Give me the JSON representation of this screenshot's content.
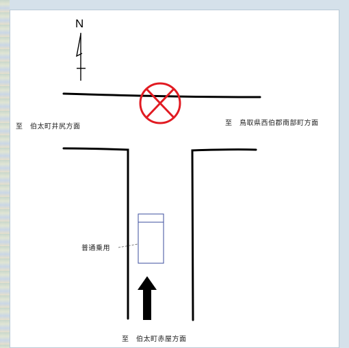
{
  "map": {
    "north": "N",
    "labels": {
      "west": "至　伯太町井尻方面",
      "east": "至　鳥取県西伯郡南部町方面",
      "south": "至　伯太町赤屋方面",
      "vehicle": "普通乗用"
    },
    "icons": [
      "north-arrow-icon",
      "no-entry-cross-icon",
      "direction-arrow-icon",
      "car-icon"
    ],
    "colors": {
      "prohibition": "#e11b22",
      "vehicle": "#3b4e9e",
      "road": "#000000"
    }
  }
}
